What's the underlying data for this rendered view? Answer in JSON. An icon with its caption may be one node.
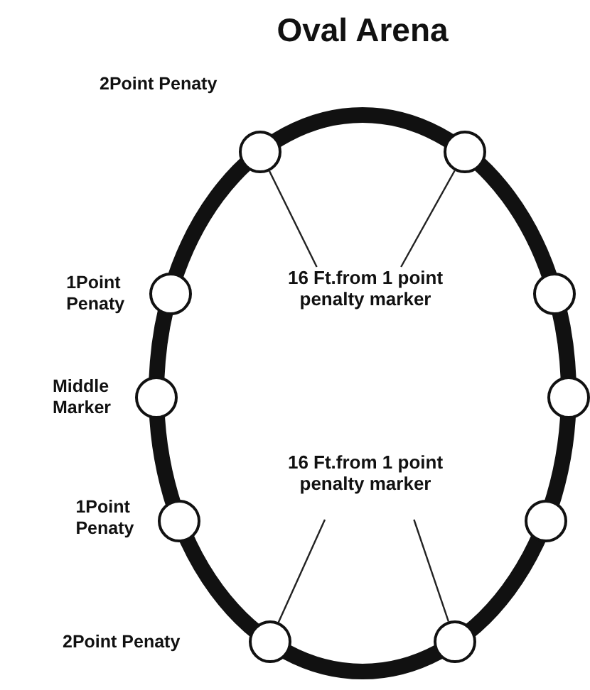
{
  "diagram": {
    "title": "Oval Arena",
    "nodes": [
      {
        "text": [],
        "shape": "circle",
        "beside": [
          "2Point Penaty"
        ]
      },
      {
        "text": [],
        "shape": "circle"
      },
      {
        "text": [],
        "shape": "circle",
        "beside": [
          "1Point Penaty"
        ]
      },
      {
        "text": [
          "16 Ft.from 1 point penalty marker"
        ]
      },
      {
        "text": [],
        "shape": "circle"
      },
      {
        "text": [],
        "shape": "circle",
        "beside": [
          "Middle Marker"
        ]
      },
      {
        "text": [],
        "shape": "circle"
      },
      {
        "text": [],
        "shape": "circle",
        "beside": [
          "1Point Penaty"
        ]
      },
      {
        "text": [],
        "shape": "circle"
      },
      {
        "text": [
          "16 Ft.from 1 point penalty marker"
        ]
      },
      {
        "text": [],
        "shape": "circle",
        "beside": [
          "2Point Penaty"
        ]
      },
      {
        "text": [],
        "shape": "circle"
      }
    ],
    "edges": [
      {
        "from": 3,
        "to": 0,
        "arrow": "none"
      },
      {
        "from": 3,
        "to": 1,
        "arrow": "none"
      },
      {
        "from": 9,
        "to": 10,
        "arrow": "none"
      },
      {
        "from": 9,
        "to": 11,
        "arrow": "none"
      }
    ]
  }
}
